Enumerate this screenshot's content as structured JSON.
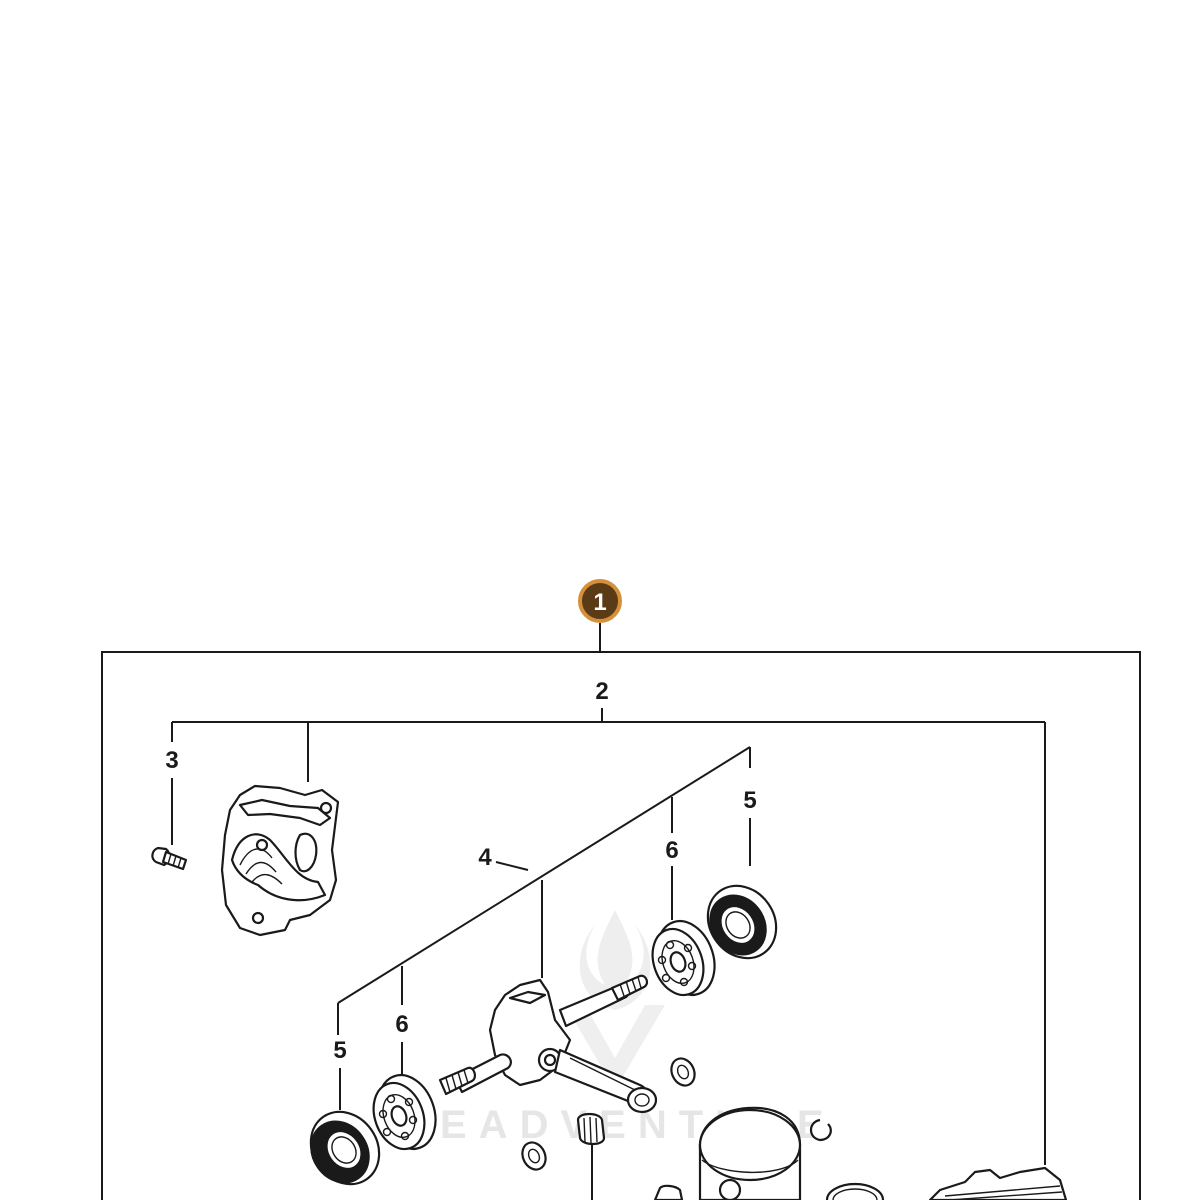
{
  "callout": {
    "number": "1",
    "fill": "#5b3a16",
    "ring": "#d4903a"
  },
  "labels": {
    "group": "2",
    "screw": "3",
    "crankshaft": "4",
    "seal_right": "5",
    "bearing_right": "6",
    "seal_left": "5",
    "bearing_left": "6"
  },
  "watermark": {
    "text": "EADVENTURE"
  }
}
